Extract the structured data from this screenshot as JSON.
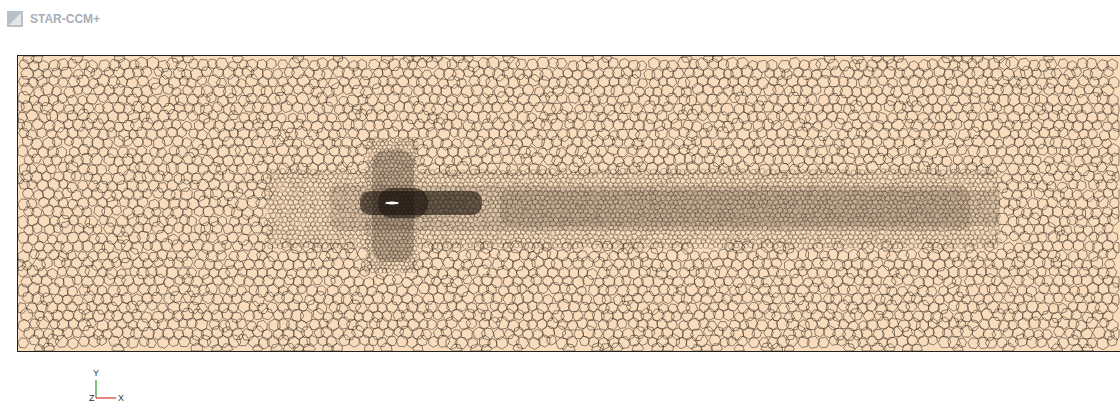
{
  "diagram": {
    "labels": [
      "STAR-CCM+",
      "Y",
      "Z",
      "X"
    ]
  }
}
